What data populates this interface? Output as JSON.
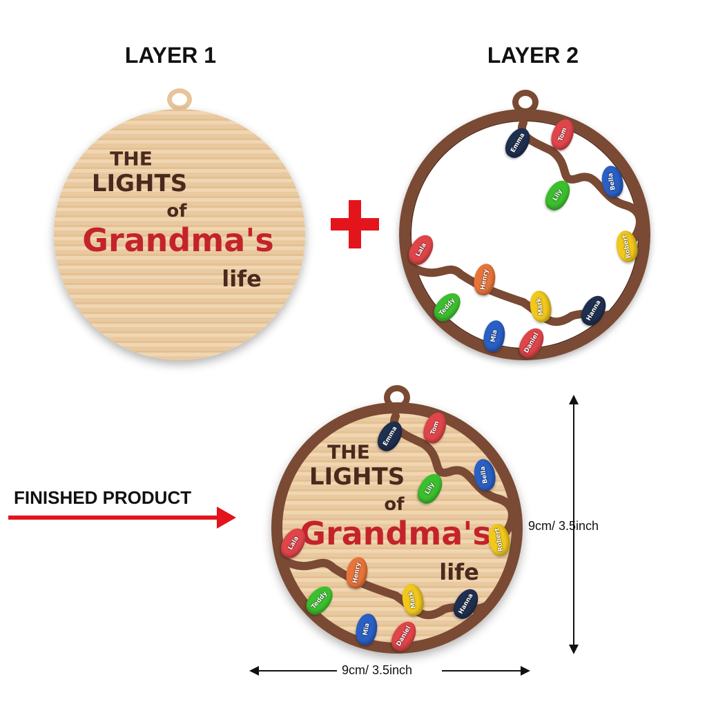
{
  "layer1": {
    "title": "LAYER 1",
    "text": {
      "line1": "THE",
      "line2": "LIGHTS",
      "line3": "of",
      "line4": "Grandma's",
      "line5": "life"
    }
  },
  "layer2": {
    "title": "LAYER 2"
  },
  "plus_icon": "plus-icon",
  "finished": {
    "label": "FINISHED PRODUCT",
    "arrow_icon": "arrow-right-icon"
  },
  "dimensions": {
    "height": "9cm/ 3.5inch",
    "width": "9cm/ 3.5inch"
  },
  "bulbs": [
    {
      "name": "Emma",
      "color": "#1f2f4f"
    },
    {
      "name": "Tom",
      "color": "#e0454a"
    },
    {
      "name": "Bella",
      "color": "#2a5fc4"
    },
    {
      "name": "Lily",
      "color": "#3cbf2e"
    },
    {
      "name": "Robert",
      "color": "#f2c81c"
    },
    {
      "name": "Lala",
      "color": "#e0454a"
    },
    {
      "name": "Henry",
      "color": "#e8743a"
    },
    {
      "name": "Teddy",
      "color": "#3cbf2e"
    },
    {
      "name": "Mark",
      "color": "#f2c81c"
    },
    {
      "name": "Hanna",
      "color": "#1f2f4f"
    },
    {
      "name": "Mia",
      "color": "#2a5fc4"
    },
    {
      "name": "Daniel",
      "color": "#e0454a"
    }
  ],
  "colors": {
    "wood": "#efd2ab",
    "frame": "#7a4a34",
    "accent_red": "#e3141b"
  }
}
